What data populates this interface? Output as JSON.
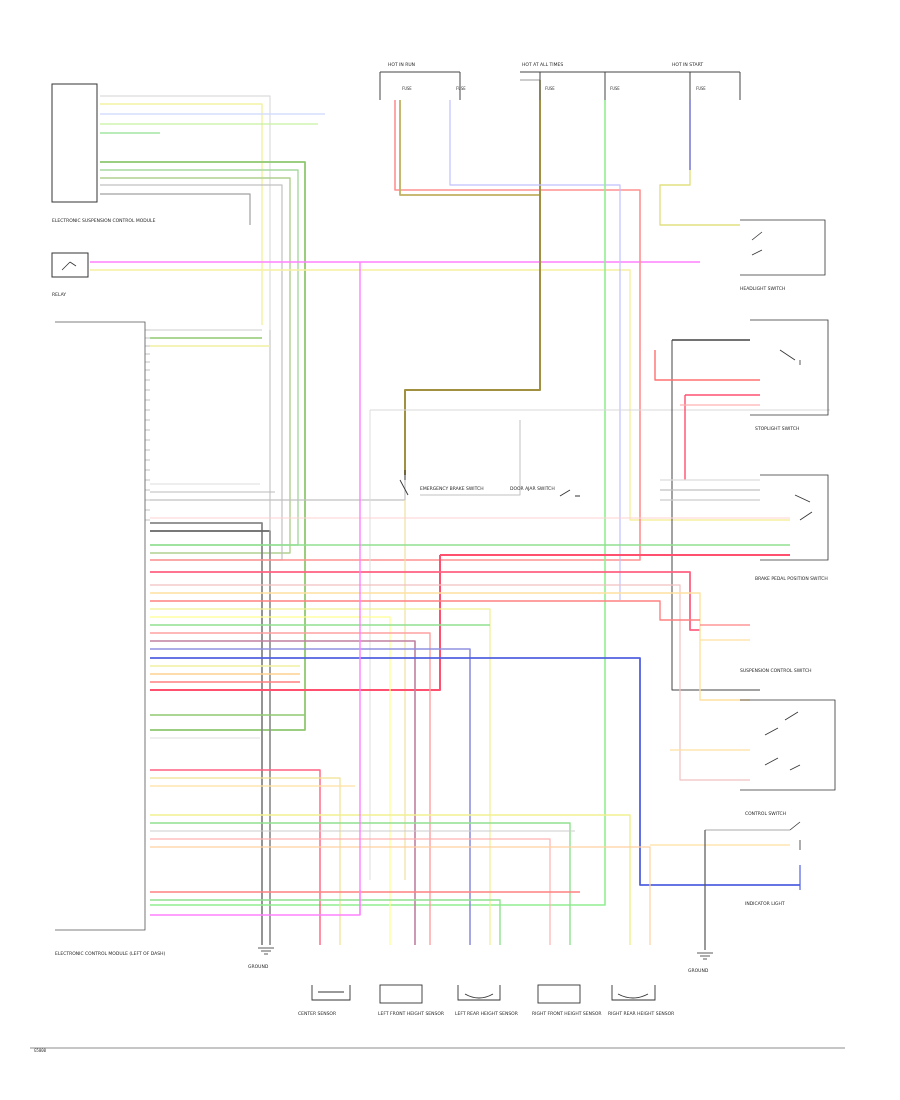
{
  "diagram": {
    "footer_code": "G5000",
    "labels": {
      "module_top": "ELECTRONIC SUSPENSION CONTROL MODULE",
      "relay_left": "RELAY",
      "module_main_title": "ELECTRONIC CONTROL MODULE (LEFT OF DASH)",
      "power_hot_run": "HOT IN RUN",
      "power_hot_at_all_times": "HOT AT ALL TIMES",
      "power_hot_in_start": "HOT IN START",
      "fuse_a": "FUSE",
      "fuse_b": "FUSE",
      "fuse_c": "FUSE",
      "fuse_d": "FUSE",
      "fuse_e": "FUSE",
      "headlight_switch": "HEADLIGHT SWITCH",
      "stoplight_switch": "STOPLIGHT SWITCH",
      "emergency_brake": "EMERGENCY BRAKE SWITCH",
      "door_switch": "DOOR AJAR SWITCH",
      "brake_pedal_switch": "BRAKE PEDAL POSITION SWITCH",
      "suspension_control_switch": "SUSPENSION CONTROL SWITCH",
      "control_switch_2": "CONTROL SWITCH",
      "indicator": "INDICATOR LIGHT",
      "ground_a": "GROUND",
      "ground_b": "GROUND",
      "sensor_lf": "LEFT FRONT HEIGHT SENSOR",
      "sensor_rf": "RIGHT FRONT HEIGHT SENSOR",
      "sensor_lr": "LEFT REAR HEIGHT SENSOR",
      "sensor_rr": "RIGHT REAR HEIGHT SENSOR",
      "sensor_center": "CENTER SENSOR"
    }
  }
}
